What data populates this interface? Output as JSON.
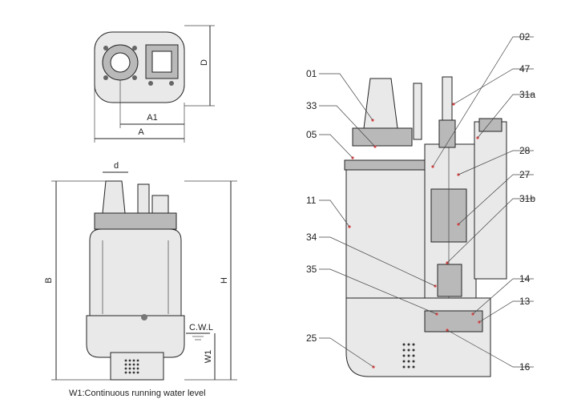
{
  "top_view": {
    "dims": {
      "d_height": "D",
      "a1_width": "A1",
      "a_width": "A"
    }
  },
  "front_view": {
    "dims": {
      "outlet_d": "d",
      "height_b": "B",
      "height_h": "H",
      "w1": "W1",
      "cwl": "C.W.L"
    },
    "note": "W1:Continuous running water level"
  },
  "section_view": {
    "callouts": [
      "01",
      "33",
      "05",
      "11",
      "34",
      "35",
      "25",
      "02",
      "47",
      "31a",
      "28",
      "27",
      "31b",
      "14",
      "13",
      "16"
    ]
  },
  "colors": {
    "line": "#222222",
    "body_fill": "#e9e9e9",
    "dark_fill": "#b9b9b9",
    "marker": "#dd4444"
  }
}
